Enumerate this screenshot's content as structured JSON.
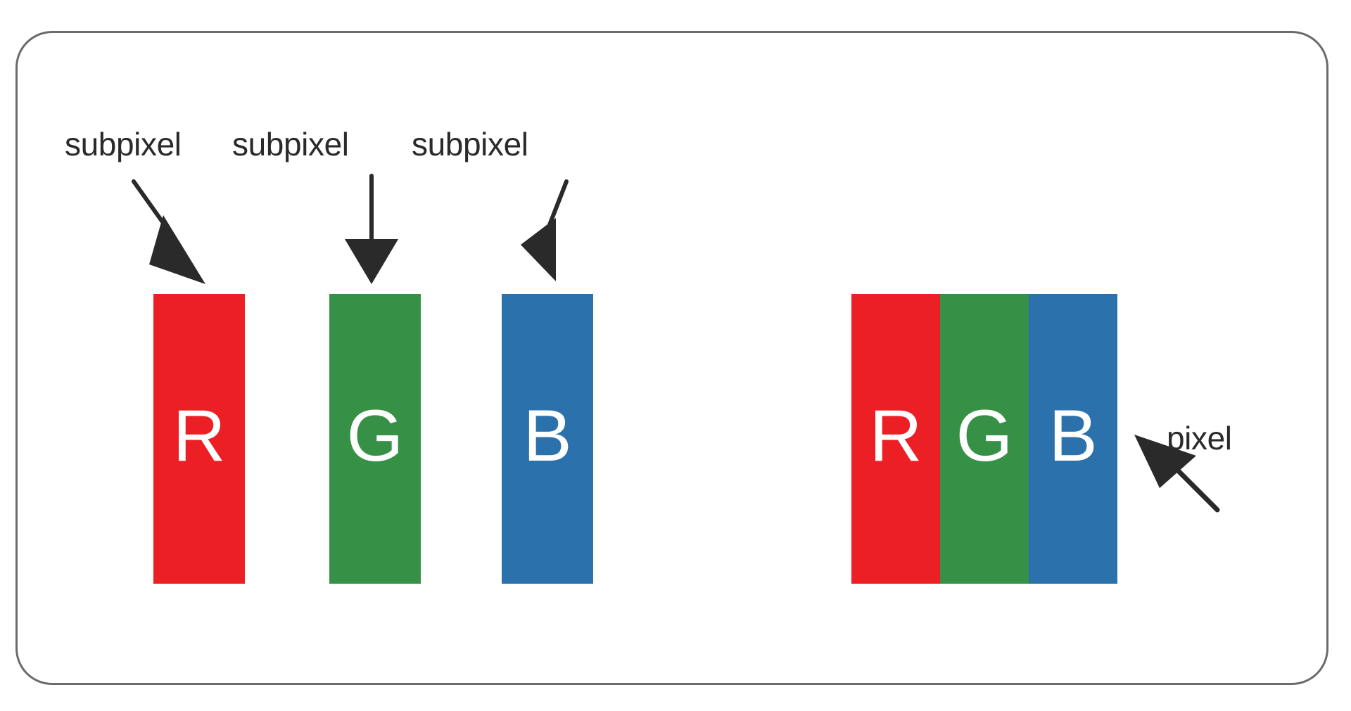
{
  "diagram": {
    "title": "RGB subpixel and pixel structure diagram",
    "frame": {
      "border_color": "#6b6b6b",
      "background": "#ffffff"
    },
    "colors": {
      "red": "#ec2024",
      "green": "#369147",
      "blue": "#2b71ac",
      "letter": "#ffffff",
      "label_text": "#2a2a2a",
      "arrow": "#2a2a2a"
    },
    "labels": {
      "subpixel_1": "subpixel",
      "subpixel_2": "subpixel",
      "subpixel_3": "subpixel",
      "pixel": "pixel"
    },
    "subpixels": [
      {
        "letter": "R",
        "name": "red",
        "color": "#ec2024"
      },
      {
        "letter": "G",
        "name": "green",
        "color": "#369147"
      },
      {
        "letter": "B",
        "name": "blue",
        "color": "#2b71ac"
      }
    ],
    "pixel_group": {
      "stripes": [
        {
          "letter": "R",
          "name": "red",
          "color": "#ec2024"
        },
        {
          "letter": "G",
          "name": "green",
          "color": "#369147"
        },
        {
          "letter": "B",
          "name": "blue",
          "color": "#2b71ac"
        }
      ]
    },
    "arrows": [
      {
        "name": "arrow-to-red-subpixel",
        "direction": "down-right"
      },
      {
        "name": "arrow-to-green-subpixel",
        "direction": "down"
      },
      {
        "name": "arrow-to-blue-subpixel",
        "direction": "down-left"
      },
      {
        "name": "arrow-to-pixel",
        "direction": "up-left"
      }
    ]
  }
}
